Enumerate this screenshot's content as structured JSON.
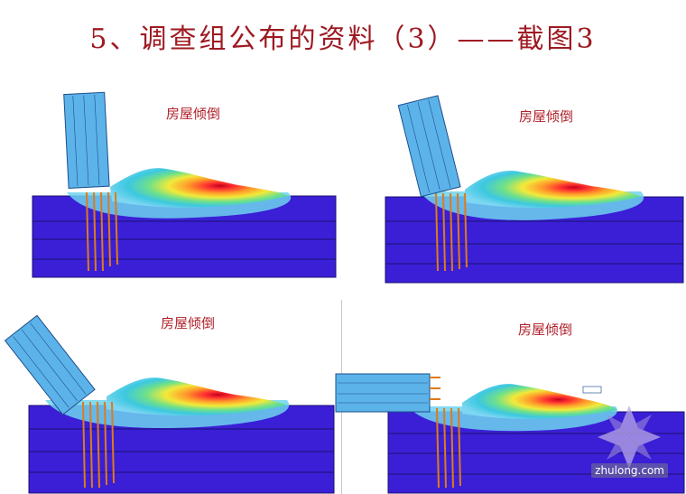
{
  "title": "5、调查组公布的资料（3）——截图3",
  "panels": [
    {
      "label": "房屋倾倒"
    },
    {
      "label": "房屋倾倒"
    },
    {
      "label": "房屋倾倒"
    },
    {
      "label": "房屋倾倒"
    }
  ],
  "watermark": {
    "text": "zhulong.com"
  },
  "colors": {
    "title": "#9e1a22",
    "label": "#b0202a",
    "soil": "#3a1fd6",
    "building": "#5cb3ea",
    "pile": "#e07a1a"
  }
}
